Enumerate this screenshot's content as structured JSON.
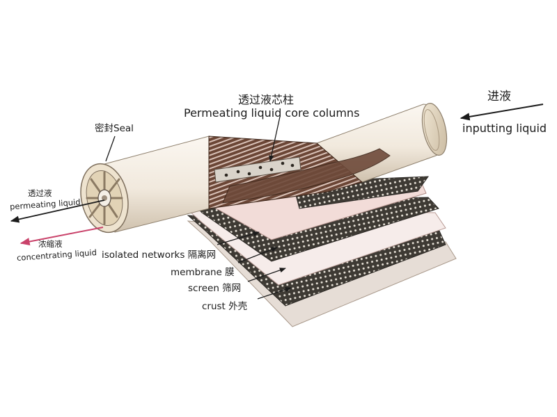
{
  "labels": {
    "core_zh": "透过液芯柱",
    "core_en": "Permeating liquid core columns",
    "seal": "密封Seal",
    "input_zh": "进液",
    "input_en": "inputting liquid",
    "permeate_zh": "透过液",
    "permeate_en": "permeating liquid",
    "concentrate_zh": "浓缩液",
    "concentrate_en": "concentrating liquid",
    "isolated": "isolated networks 隔离网",
    "membrane": "membrane 膜",
    "screen": "screen 筛网",
    "crust": "crust 外壳"
  },
  "colors": {
    "tube_body": "#f3ece2",
    "tube_shadow": "#d8cbb9",
    "core_brown": "#5a3a2c",
    "membrane_pink": "#f2dcd8",
    "mesh_dark": "#3e3a34",
    "arrow_dark": "#1b1b1b",
    "arrow_concentrate": "#c9426a"
  }
}
